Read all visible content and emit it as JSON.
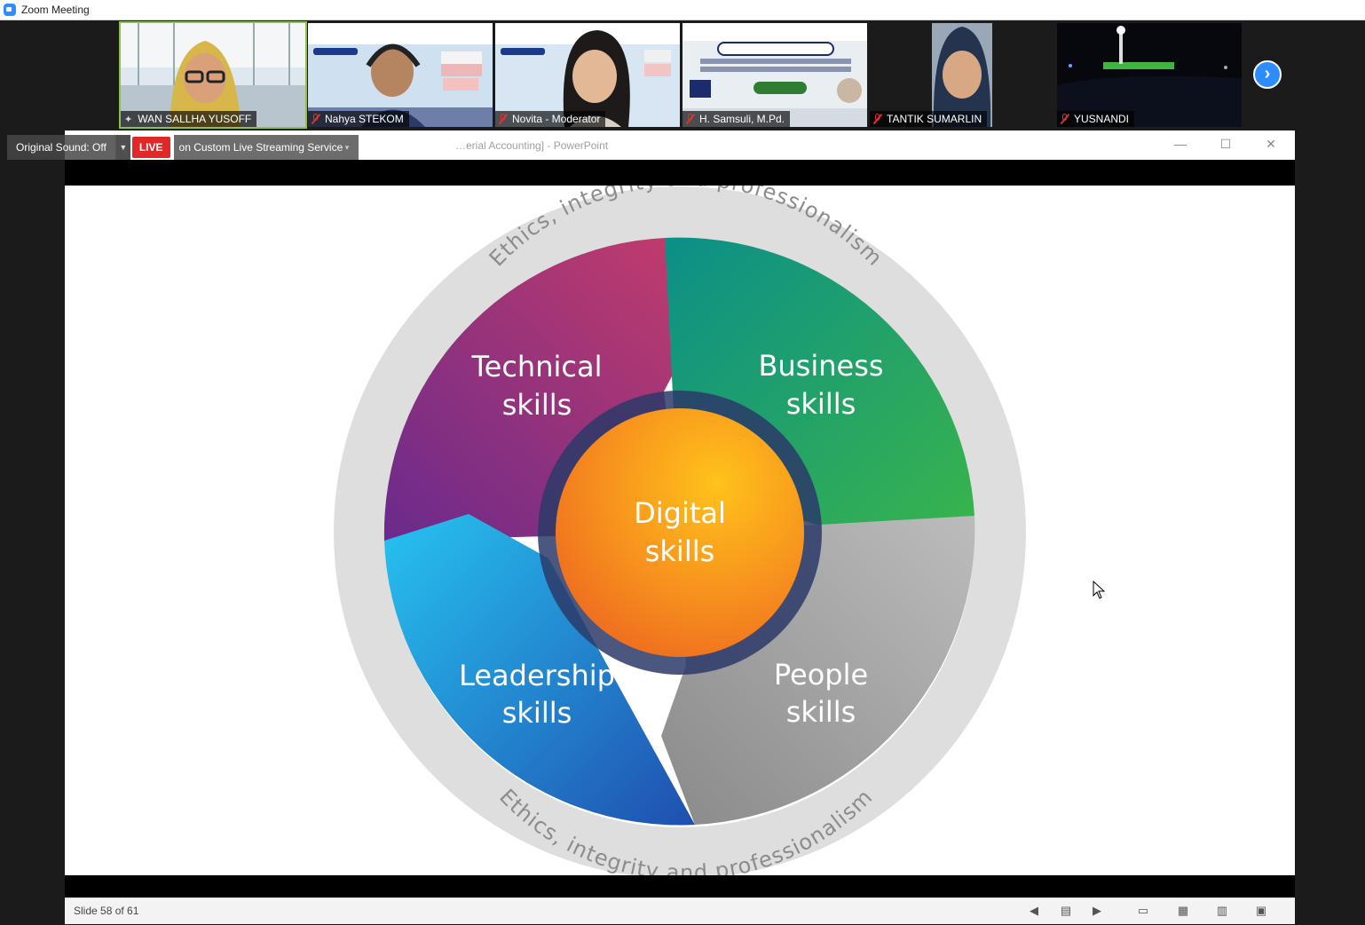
{
  "app": {
    "title": "Zoom Meeting"
  },
  "participants": [
    {
      "name": "WAN SALLHA YUSOFF",
      "icon": "pin-icon"
    },
    {
      "name": "Nahya STEKOM",
      "icon": "mic-muted-icon"
    },
    {
      "name": "Novita - Moderator",
      "icon": "mic-muted-icon"
    },
    {
      "name": "H. Samsuli, M.Pd.",
      "icon": "mic-muted-icon"
    },
    {
      "name": "TANTIK SUMARLIN",
      "icon": "mic-muted-icon"
    },
    {
      "name": "YUSNANDI",
      "icon": "mic-muted-icon"
    }
  ],
  "overlay": {
    "original_sound": "Original Sound: Off",
    "live_badge": "LIVE",
    "live_text": "on Custom Live Streaming Service"
  },
  "ppt": {
    "window_title": "…erial Accounting] - PowerPoint",
    "slide_counter": "Slide 58 of 61"
  },
  "slide": {
    "ring_top_text": "Ethics, integrity and professionalism",
    "ring_bottom_text": "Ethics, integrity and professionalism",
    "center": {
      "line1": "Digital",
      "line2": "skills"
    },
    "segments": [
      {
        "line1": "Technical",
        "line2": "skills",
        "color": "#7b2b8f"
      },
      {
        "line1": "Business",
        "line2": "skills",
        "color": "#0e9a86"
      },
      {
        "line1": "Leadership",
        "line2": "skills",
        "color": "#1f7fd6"
      },
      {
        "line1": "People",
        "line2": "skills",
        "color": "#9c9c9c"
      }
    ]
  },
  "colors": {
    "zoom_blue": "#2d8cff",
    "live_red": "#e02828",
    "active_speaker": "#8bc34a"
  }
}
